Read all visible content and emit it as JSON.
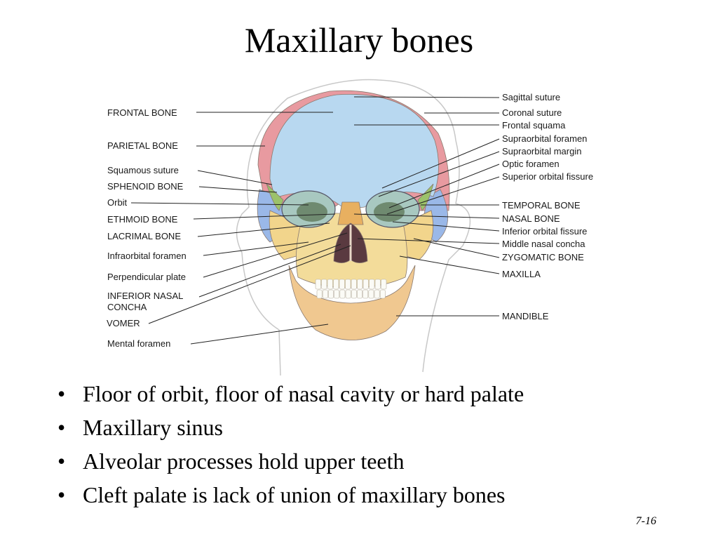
{
  "title": "Maxillary bones",
  "labels_left": [
    "FRONTAL BONE",
    "PARIETAL BONE",
    "Squamous suture",
    "SPHENOID BONE",
    "Orbit",
    "ETHMOID BONE",
    "LACRIMAL BONE",
    "Infraorbital foramen",
    "Perpendicular plate",
    "INFERIOR NASAL",
    "CONCHA",
    "VOMER",
    "Mental foramen"
  ],
  "labels_right": [
    "Sagittal suture",
    "Coronal suture",
    "Frontal squama",
    "Supraorbital foramen",
    "Supraorbital margin",
    "Optic foramen",
    "Superior orbital fissure",
    "TEMPORAL BONE",
    "NASAL BONE",
    "Inferior orbital fissure",
    "Middle nasal concha",
    "ZYGOMATIC BONE",
    "MAXILLA",
    "MANDIBLE"
  ],
  "bullets": [
    "Floor of orbit, floor of nasal cavity or hard palate",
    "Maxillary sinus",
    "Alveolar processes hold upper teeth",
    "Cleft palate is lack of union of maxillary bones"
  ],
  "slide_number": "7-16",
  "colors": {
    "frontal": "#b8d8f0",
    "parietal": "#e89aa0",
    "sphenoid": "#9cc26a",
    "temporal": "#9ab8e8",
    "maxilla": "#f3dc9a",
    "mandible": "#f0c890",
    "zygomatic": "#f2d58c",
    "nasal": "#e8b060",
    "cavity": "#5a3a40",
    "teeth": "#fbfbf6",
    "skin": "#f2f2f2"
  }
}
